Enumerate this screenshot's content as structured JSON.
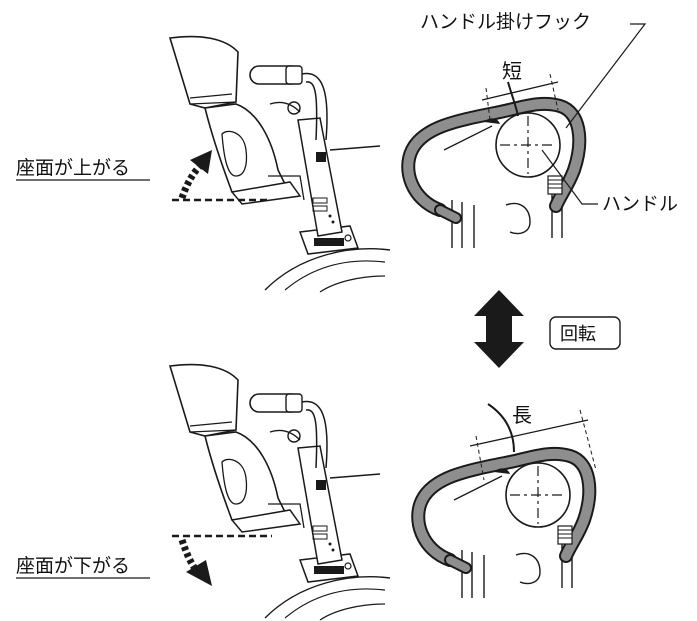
{
  "labels": {
    "seat_up": "座面が上がる",
    "seat_down": "座面が下がる",
    "hook_name": "ハンドル掛けフック",
    "handle_name": "ハンドル",
    "short": "短",
    "long": "長",
    "rotate": "回転"
  },
  "colors": {
    "line": "#1a1a1a",
    "hook_fill": "#8e8e8e",
    "hook_dark": "#3a3a3a"
  }
}
